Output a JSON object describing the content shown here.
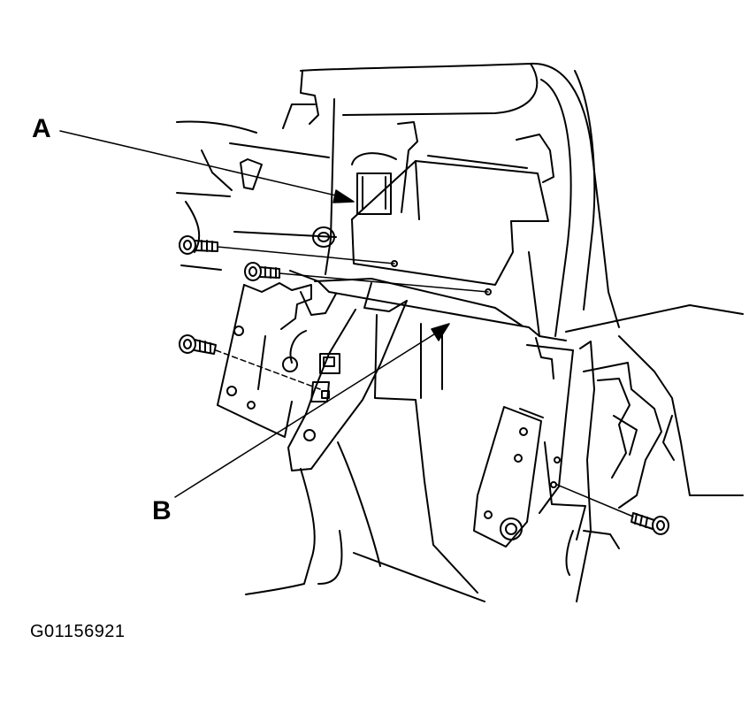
{
  "callouts": {
    "a": "A",
    "b": "B"
  },
  "figure_id": "G01156921",
  "colors": {
    "line": "#000000",
    "background": "#ffffff"
  },
  "icons": [
    "bolt-icon",
    "arrow-pointer-icon"
  ]
}
